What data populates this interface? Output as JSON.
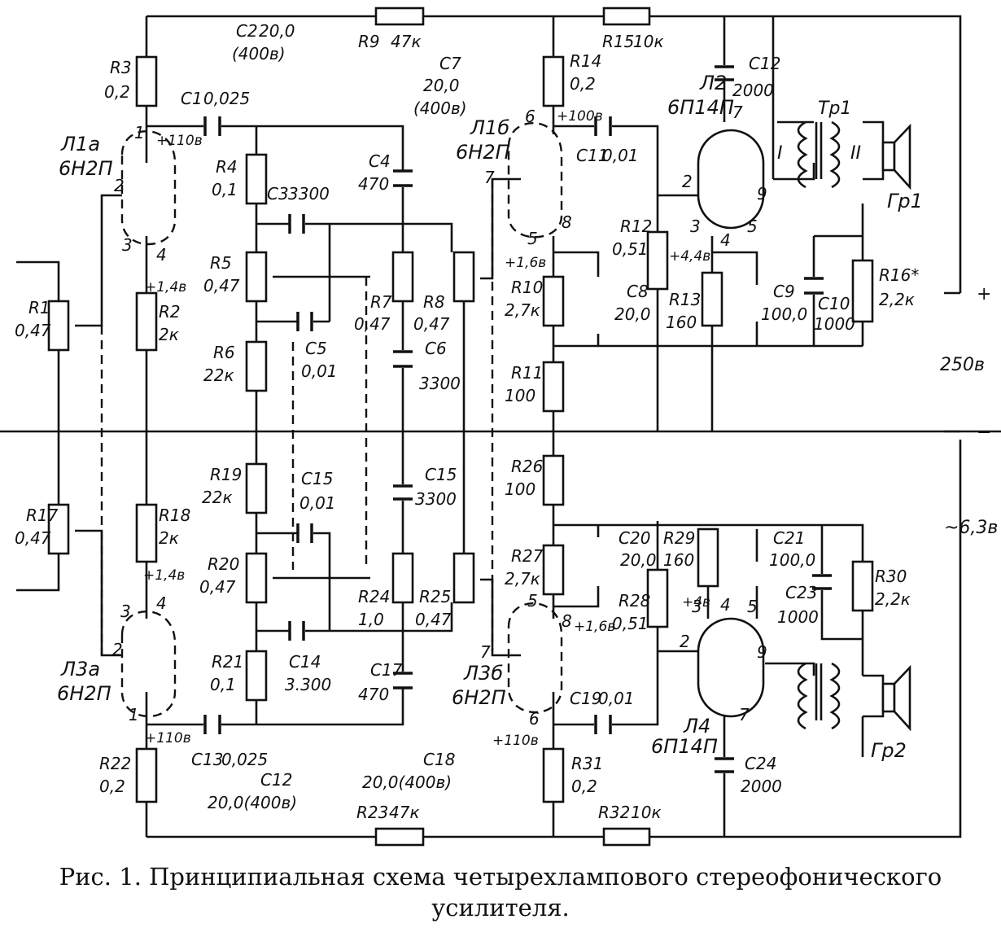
{
  "caption": {
    "prefix": "Рис. 1.",
    "line1": "Принципиальная схема четырехлампового стереофонического",
    "line2": "усилителя."
  },
  "tubes": {
    "L1a": {
      "name": "Л1а",
      "type": "6Н2П"
    },
    "L1b": {
      "name": "Л1б",
      "type": "6Н2П"
    },
    "L2": {
      "name": "Л2",
      "type": "6П14П"
    },
    "L3a": {
      "name": "Л3а",
      "type": "6Н2П"
    },
    "L3b": {
      "name": "Л3б",
      "type": "6Н2П"
    },
    "L4": {
      "name": "Л4",
      "type": "6П14П"
    }
  },
  "resistors": {
    "R1": {
      "name": "R1",
      "value": "0,47"
    },
    "R2": {
      "name": "R2",
      "value": "2к"
    },
    "R3": {
      "name": "R3",
      "value": "0,2"
    },
    "R4": {
      "name": "R4",
      "value": "0,1"
    },
    "R5": {
      "name": "R5",
      "value": "0,47"
    },
    "R6": {
      "name": "R6",
      "value": "22к"
    },
    "R7": {
      "name": "R7",
      "value": "0,47"
    },
    "R8": {
      "name": "R8",
      "value": "0,47"
    },
    "R9": {
      "name": "R9",
      "value": "47к"
    },
    "R10": {
      "name": "R10",
      "value": "2,7к"
    },
    "R11": {
      "name": "R11",
      "value": "100"
    },
    "R12": {
      "name": "R12",
      "value": "0,51"
    },
    "R13": {
      "name": "R13",
      "value": "160"
    },
    "R14": {
      "name": "R14",
      "value": "0,2"
    },
    "R15": {
      "name": "R15",
      "value": "10к"
    },
    "R16": {
      "name": "R16*",
      "value": "2,2к"
    },
    "R17": {
      "name": "R17",
      "value": "0,47"
    },
    "R18": {
      "name": "R18",
      "value": "2к"
    },
    "R19": {
      "name": "R19",
      "value": "22к"
    },
    "R20": {
      "name": "R20",
      "value": "0,47"
    },
    "R21": {
      "name": "R21",
      "value": "0,1"
    },
    "R22": {
      "name": "R22",
      "value": "0,2"
    },
    "R23": {
      "name": "R23",
      "value": "47к"
    },
    "R24": {
      "name": "R24",
      "value": "1,0"
    },
    "R25": {
      "name": "R25",
      "value": "0,47"
    },
    "R26": {
      "name": "R26",
      "value": "100"
    },
    "R27": {
      "name": "R27",
      "value": "2,7к"
    },
    "R28": {
      "name": "R28",
      "value": "0,51"
    },
    "R29": {
      "name": "R29",
      "value": "160"
    },
    "R30": {
      "name": "R30",
      "value": "2,2к"
    },
    "R31": {
      "name": "R31",
      "value": "0,2"
    },
    "R32": {
      "name": "R32",
      "value": "10к"
    }
  },
  "capacitors": {
    "C1": {
      "name": "C1",
      "value": "0,025"
    },
    "C2": {
      "name": "C2",
      "value": "20,0",
      "voltage": "(400в)"
    },
    "C3": {
      "name": "C3",
      "value": "3300"
    },
    "C4": {
      "name": "C4",
      "value": "470"
    },
    "C5": {
      "name": "C5",
      "value": "0,01"
    },
    "C6": {
      "name": "C6",
      "value": "3300"
    },
    "C7": {
      "name": "C7",
      "value": "20,0",
      "voltage": "(400в)"
    },
    "C8": {
      "name": "C8",
      "value": "20,0"
    },
    "C9": {
      "name": "C9",
      "value": "100,0"
    },
    "C10": {
      "name": "C10",
      "value": "1000"
    },
    "C11": {
      "name": "C11",
      "value": "0,01"
    },
    "C12": {
      "name": "C12",
      "value": "2000"
    },
    "C13": {
      "name": "C13",
      "value": "0,025"
    },
    "C14": {
      "name": "C14",
      "value": "3.300"
    },
    "C15a": {
      "name": "C15",
      "value": "0,01"
    },
    "C15b": {
      "name": "C15",
      "value": "3300"
    },
    "C17": {
      "name": "C17",
      "value": "470"
    },
    "C18": {
      "name": "C18",
      "value": "20,0(400в)"
    },
    "C12b": {
      "name": "C12",
      "value": "20,0(400в)"
    },
    "C19": {
      "name": "C19",
      "value": "0,01"
    },
    "C20": {
      "name": "C20",
      "value": "20,0"
    },
    "C21": {
      "name": "C21",
      "value": "100,0"
    },
    "C23": {
      "name": "C23",
      "value": "1000"
    },
    "C24": {
      "name": "C24",
      "value": "2000"
    }
  },
  "voltages": {
    "plus110": "+110в",
    "plus100": "+100в",
    "plus14": "+1,4в",
    "plus16": "+1,6в",
    "plus4": "+4,4в",
    "plus4b": "+4в"
  },
  "transformer": {
    "name": "Тр1",
    "roman": "II",
    "primary": "I"
  },
  "speakers": {
    "top": "Гр1",
    "bottom": "Гр2"
  },
  "power": {
    "voltage": "250в",
    "plus": "+",
    "minus": "−",
    "ac": "~6,3в"
  },
  "pins": {
    "p1": "1",
    "p2": "2",
    "p3": "3",
    "p4": "4",
    "p5": "5",
    "p6": "6",
    "p7": "7",
    "p8": "8",
    "p9": "9"
  }
}
